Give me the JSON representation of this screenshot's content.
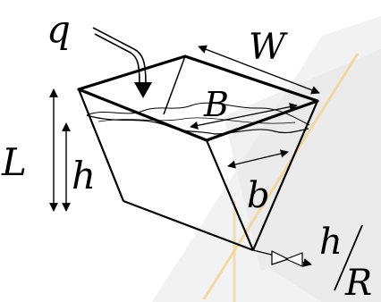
{
  "labels": {
    "q": "q",
    "W": "W",
    "B": "B",
    "L": "L",
    "h_left": "h",
    "b": "b",
    "h_ratio_top": "h",
    "R": "R"
  },
  "colors": {
    "ink": "#000000",
    "watermark": "#e6e6e6",
    "watermark_accent": "#f3cf86"
  }
}
